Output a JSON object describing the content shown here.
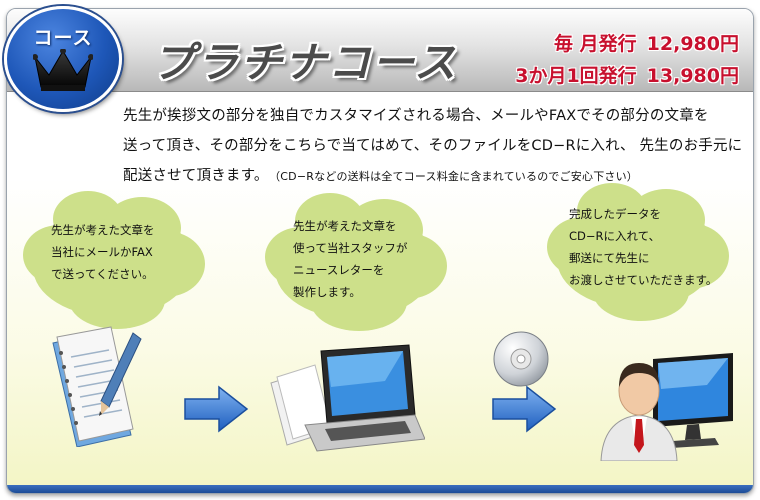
{
  "badge": {
    "label": "コース"
  },
  "header": {
    "title": "プラチナコース"
  },
  "prices": [
    {
      "label": "毎 月発行",
      "amount": "12,980円"
    },
    {
      "label": "3か月1回発行",
      "amount": "13,980円"
    }
  ],
  "description": {
    "line1": "先生が挨拶文の部分を独自でカスタマイズされる場合、メールやFAXでその部分の文章を",
    "line2": "送って頂き、その部分をこちらで当てはめて、そのファイルをCD−Rに入れ、 先生のお手元に",
    "line3": "配送させて頂きます。",
    "note": "（CD−Rなどの送料は全てコース料金に含まれているのでご安心下さい）"
  },
  "steps": [
    {
      "lines": [
        "先生が考えた文章を",
        "当社にメールかFAX",
        "で送ってください。"
      ],
      "icon": "document-pen-icon"
    },
    {
      "lines": [
        "先生が考えた文章を",
        "使って当社スタッフが",
        "ニュースレターを",
        "製作します。"
      ],
      "icon": "laptop-icon"
    },
    {
      "lines": [
        "完成したデータを",
        "CD−Rに入れて、",
        "郵送にて先生に",
        "お渡しさせていただきます。"
      ],
      "icon": "person-computer-icon"
    }
  ],
  "colors": {
    "price": "#c8102e",
    "cloud": "#cde08a",
    "arrow": "#2c73d2",
    "badge": "#1e57b8"
  }
}
